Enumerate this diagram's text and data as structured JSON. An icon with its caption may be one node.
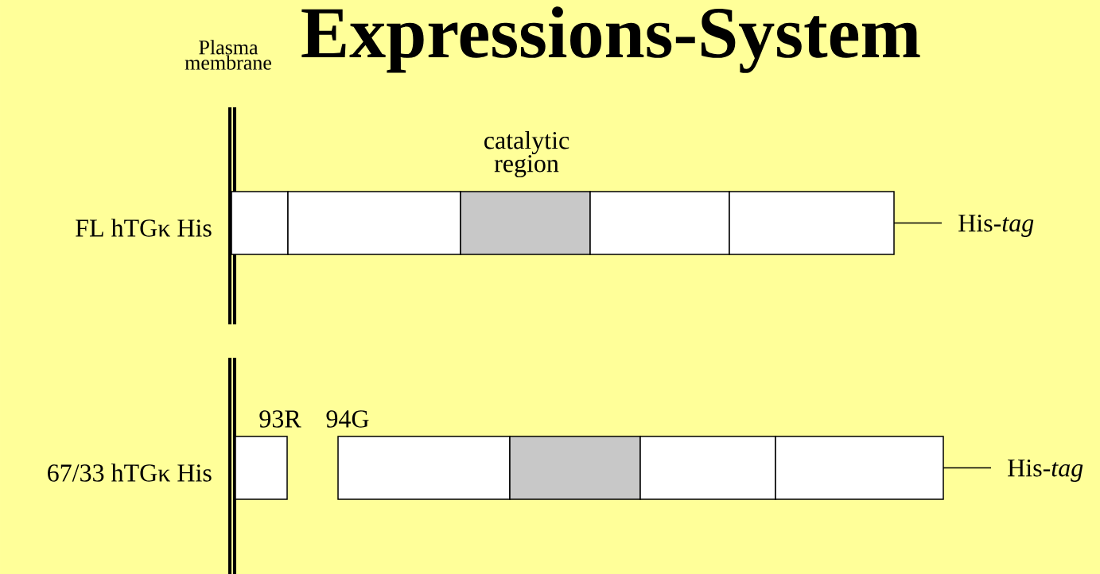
{
  "diagram": {
    "title": "Expressions-System",
    "nodes": [
      {
        "text": [],
        "shape": "box",
        "beside": [
          "FL hTGκ His"
        ]
      },
      {
        "text": [],
        "shape": "box"
      },
      {
        "text": [],
        "shape": "box"
      },
      {
        "text": [],
        "shape": "box"
      },
      {
        "text": [],
        "shape": "box"
      },
      {
        "text": [
          "His-*tag*"
        ]
      },
      {
        "text": [],
        "shape": "box",
        "beside": [
          "67/33 hTGκ His"
        ]
      },
      {
        "text": [],
        "shape": "box"
      },
      {
        "text": [],
        "shape": "box"
      },
      {
        "text": [],
        "shape": "box"
      },
      {
        "text": [],
        "shape": "box"
      },
      {
        "text": [
          "His-*tag*"
        ]
      }
    ],
    "edges": [
      {
        "from": 4,
        "to": 5,
        "arrow": "none"
      },
      {
        "from": 10,
        "to": 11,
        "arrow": "none"
      }
    ],
    "labels": [
      "Plasma membrane",
      "catalytic region",
      "93R",
      "94G"
    ]
  }
}
